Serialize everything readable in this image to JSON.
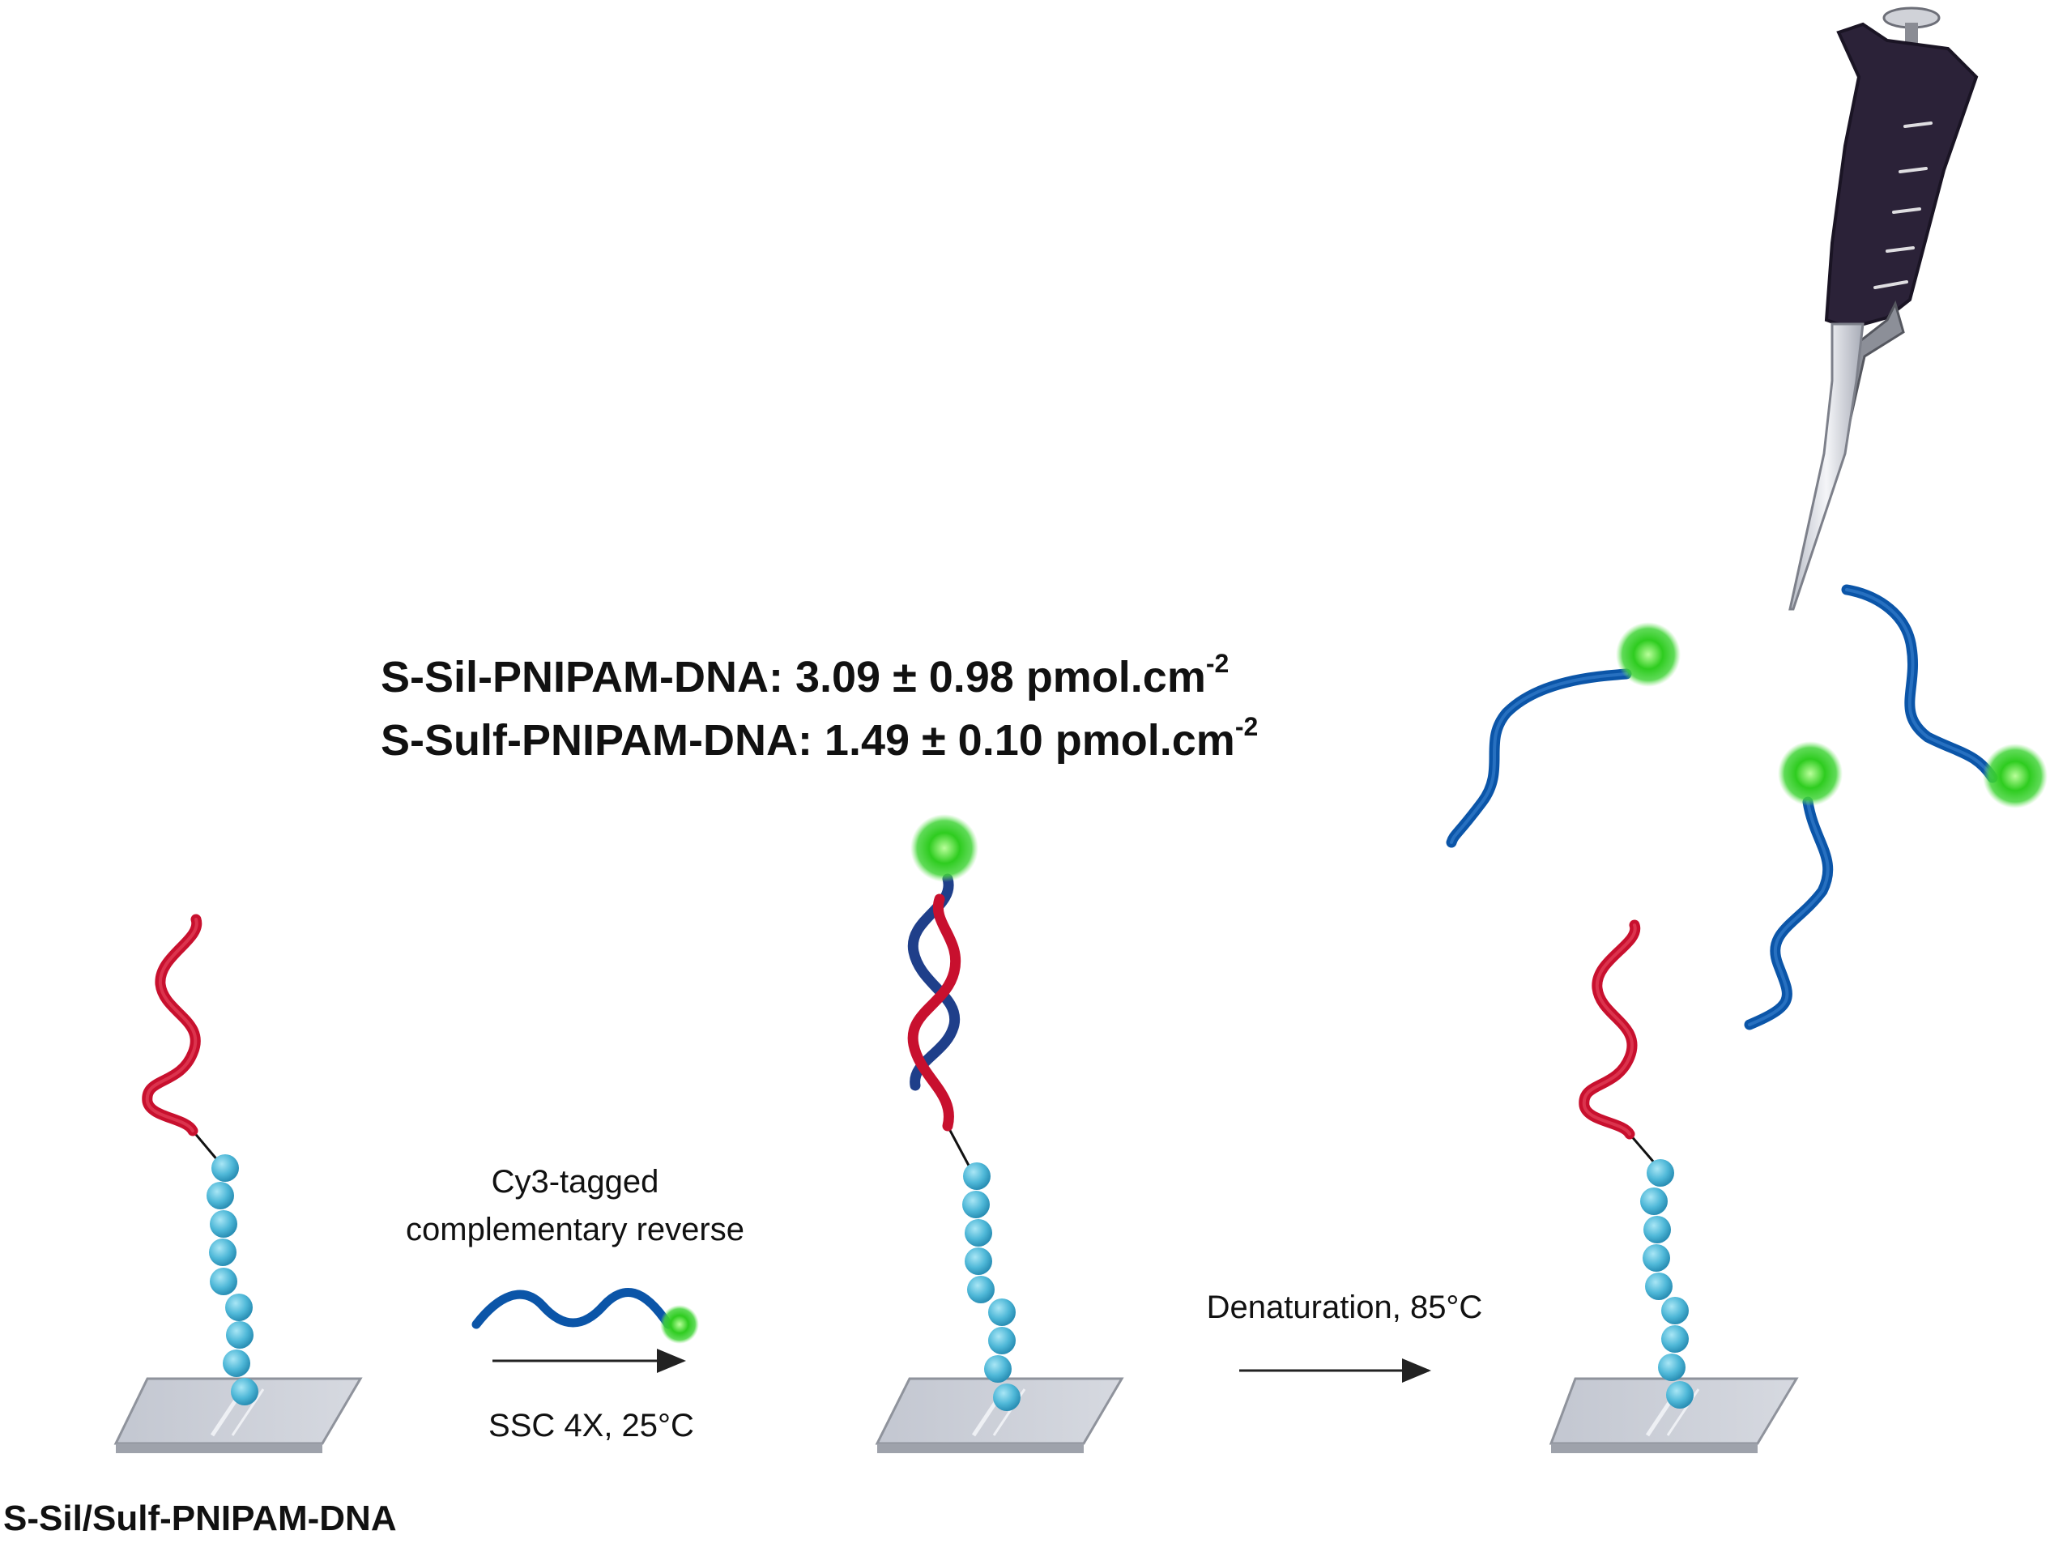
{
  "results": {
    "line1": {
      "label": "S-Sil-PNIPAM-DNA: 3.09 ± 0.98 pmol.cm",
      "exp": "-2"
    },
    "line2": {
      "label": "S-Sulf-PNIPAM-DNA: 1.49 ± 0.10 pmol.cm",
      "exp": "-2"
    }
  },
  "step1": {
    "line1": "Cy3-tagged",
    "line2": "complementary reverse",
    "condition": "SSC 4X, 25°C"
  },
  "step2": {
    "label": "Denaturation, 85°C"
  },
  "substrate_label": "S-Sil/Sulf-PNIPAM-DNA",
  "colors": {
    "probe_strand": "#c8102e",
    "target_strand": "#0b55a8",
    "cy3_tag": "#2ecc1f",
    "polymer_bead": "#4fb8d8",
    "pipette_body": "#2b2238",
    "substrate": "#c9ccd4"
  },
  "icons": [
    "micropipette-icon",
    "glass-slide-icon",
    "dna-strand-icon",
    "fluorophore-icon"
  ]
}
